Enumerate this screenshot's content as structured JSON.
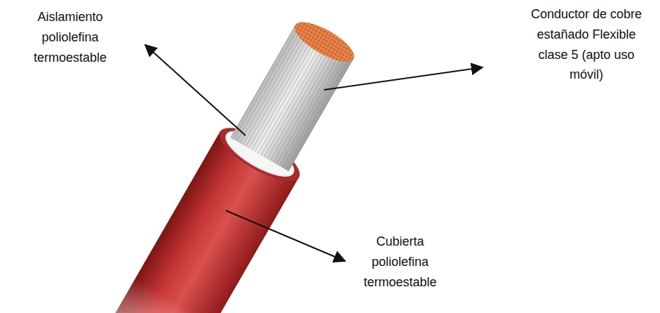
{
  "diagram": {
    "labels": [
      "Aislamiento poliolefina termoestable",
      "Conductor de cobre estañado Flexible clase 5 (apto uso móvil)",
      "Cubierta poliolefina termoestable"
    ]
  }
}
